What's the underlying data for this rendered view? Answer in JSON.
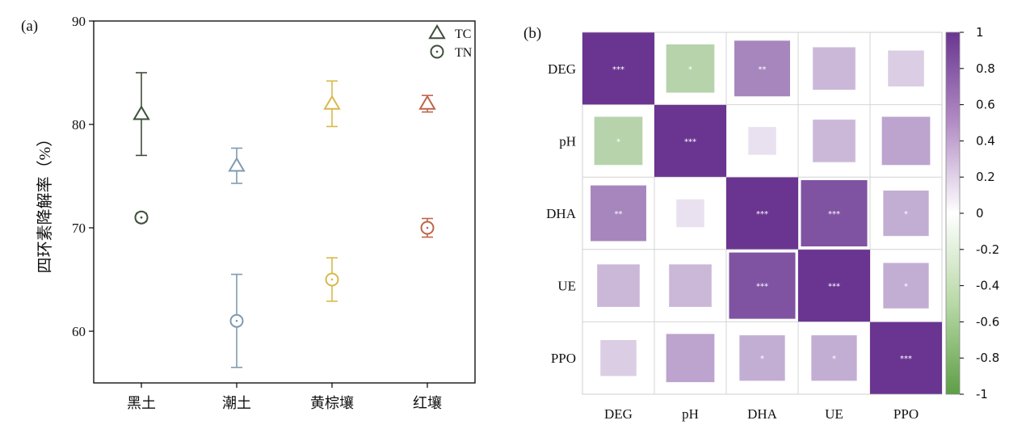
{
  "panels": {
    "a": "(a)",
    "b": "(b)"
  },
  "chart_data": [
    {
      "type": "scatter",
      "panel_label": "(a)",
      "ylabel": "四环素降解率（%）",
      "xlabel": "",
      "categories": [
        "黑土",
        "潮土",
        "黄棕壤",
        "红壤"
      ],
      "category_colors": [
        "#3d4f3a",
        "#7f9bb0",
        "#d9b94a",
        "#c0644a"
      ],
      "ylim": [
        55,
        90
      ],
      "yticks": [
        60,
        70,
        80,
        90
      ],
      "grid": false,
      "legend_position": "top-right",
      "series": [
        {
          "name": "TC",
          "marker": "triangle",
          "values": [
            81,
            76,
            82,
            82
          ],
          "errors": [
            4.0,
            1.7,
            2.2,
            0.8
          ]
        },
        {
          "name": "TN",
          "marker": "circle",
          "values": [
            71,
            61,
            65,
            70
          ],
          "errors": [
            0.4,
            4.5,
            2.1,
            0.9
          ]
        }
      ]
    },
    {
      "type": "heatmap",
      "panel_label": "(b)",
      "labels": [
        "DEG",
        "pH",
        "DHA",
        "UE",
        "PPO"
      ],
      "colorbar_ticks": [
        "1",
        "0.8",
        "0.6",
        "0.4",
        "0.2",
        "0",
        "-0.2",
        "-0.4",
        "-0.6",
        "-0.8",
        "-1"
      ],
      "colorbar_range": [
        -1,
        1
      ],
      "color_positive": "#6a3591",
      "color_negative": "#5e9e46",
      "matrix": [
        [
          1.0,
          -0.45,
          0.6,
          0.35,
          0.25
        ],
        [
          -0.45,
          1.0,
          0.15,
          0.35,
          0.45
        ],
        [
          0.6,
          0.15,
          1.0,
          0.85,
          0.4
        ],
        [
          0.35,
          0.35,
          0.85,
          1.0,
          0.4
        ],
        [
          0.25,
          0.45,
          0.4,
          0.4,
          1.0
        ]
      ],
      "significance": [
        [
          "***",
          "*",
          "**",
          "",
          ""
        ],
        [
          "*",
          "***",
          "",
          "",
          ""
        ],
        [
          "**",
          "",
          "***",
          "***",
          "*"
        ],
        [
          "",
          "",
          "***",
          "***",
          "*"
        ],
        [
          "",
          "",
          "*",
          "*",
          "***"
        ]
      ]
    }
  ]
}
